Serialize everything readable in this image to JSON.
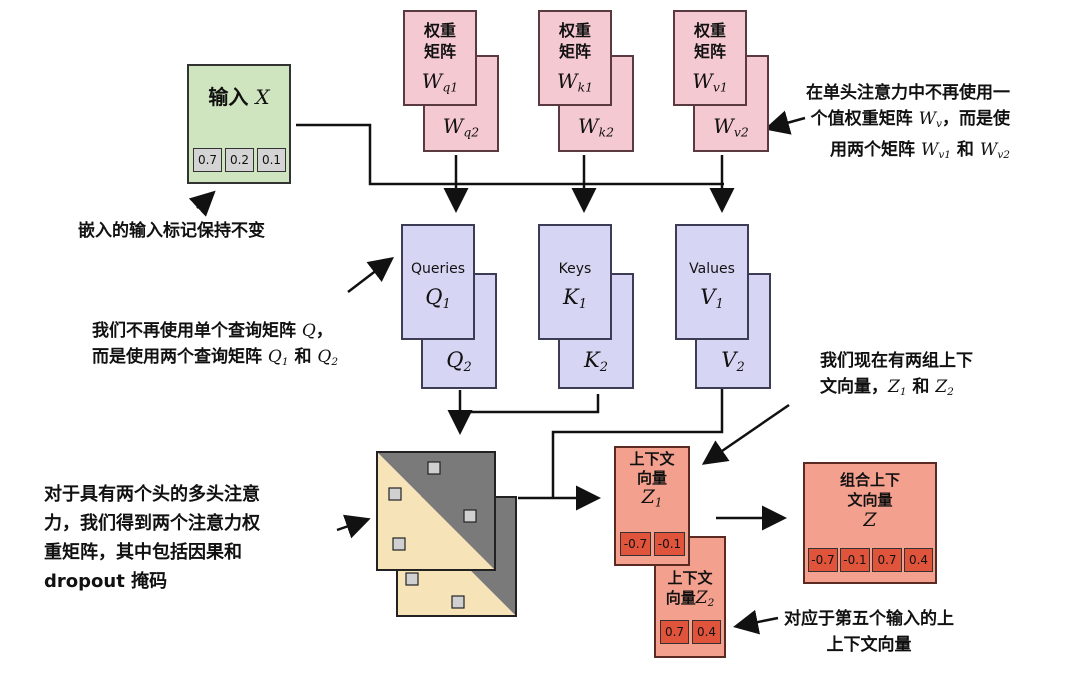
{
  "input": {
    "label": "输入",
    "var": "X",
    "values": [
      "0.7",
      "0.2",
      "0.1"
    ]
  },
  "weights": [
    {
      "title": "权重\n矩阵",
      "sym": "W",
      "sub1": "q1",
      "sub2": "q2"
    },
    {
      "title": "权重\n矩阵",
      "sym": "W",
      "sub1": "k1",
      "sub2": "k2"
    },
    {
      "title": "权重\n矩阵",
      "sym": "W",
      "sub1": "v1",
      "sub2": "v2"
    }
  ],
  "qkv": [
    {
      "name": "Queries",
      "sym": "Q",
      "sub1": "1",
      "sub2": "2"
    },
    {
      "name": "Keys",
      "sym": "K",
      "sub1": "1",
      "sub2": "2"
    },
    {
      "name": "Values",
      "sym": "V",
      "sub1": "1",
      "sub2": "2"
    }
  ],
  "context1": {
    "title": "上下文\n向量",
    "sym": "Z",
    "sub": "1",
    "values": [
      "-0.7",
      "-0.1"
    ]
  },
  "context2": {
    "title": "上下文\n向量",
    "sym": "Z",
    "sub": "2",
    "values": [
      "0.7",
      "0.4"
    ]
  },
  "combined": {
    "title": "组合上下\n文向量",
    "sym": "Z",
    "values": [
      "-0.7",
      "-0.1",
      "0.7",
      "0.4"
    ]
  },
  "notes": {
    "input_note": "嵌入的输入标记保持不变",
    "value_note_line1": "在单头注意力中不再使用一",
    "value_note_line2_a": "个值权重矩阵 ",
    "value_note_line2_b": "，而是使",
    "value_note_line3_a": "用两个矩阵 ",
    "value_note_line3_b": " 和 ",
    "query_note_line1_a": "我们不再使用单个查询矩阵 ",
    "query_note_line1_b": "，",
    "query_note_line2_a": "而是使用两个查询矩阵 ",
    "query_note_line2_b": " 和 ",
    "context_note_line1": "我们现在有两组上下",
    "context_note_line2_a": "文向量，",
    "context_note_line2_b": " 和 ",
    "attn_note_line1": "对于具有两个头的多头注意",
    "attn_note_line2": "力，我们得到两个注意力权",
    "attn_note_line3": "重矩阵，其中包括因果和",
    "attn_note_line4": "dropout 掩码",
    "fifth_note_line1": "对应于第五个输入的上",
    "fifth_note_line2": "上下文向量"
  },
  "colors": {
    "weight": "#f5c9d2",
    "qkv": "#d6d6f4",
    "input": "#cfe5bf",
    "context": "#f3a08e",
    "mask_dark": "#7a7a7a",
    "mask_light": "#f7e3b8"
  }
}
